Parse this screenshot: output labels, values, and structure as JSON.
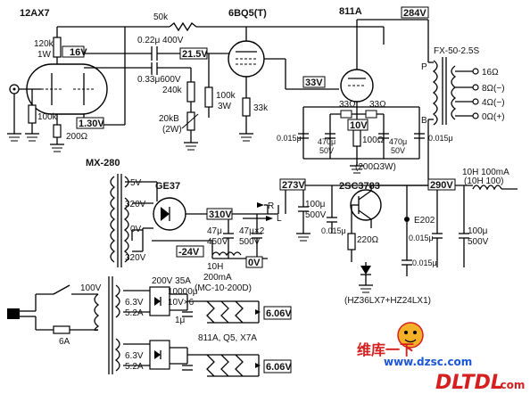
{
  "tubes": {
    "v1": "12AX7",
    "v2": "6BQ5(T)",
    "v3": "811A"
  },
  "voltages": {
    "plate_v1": "16V",
    "cath_v1": "1.30V",
    "grid_v2": "21.5V",
    "out_b": "284V",
    "v811_grid": "33V",
    "v811_cath": "10V",
    "bplus_273": "273V",
    "bplus_290": "290V",
    "bplus_310": "310V",
    "bias_neg": "-24V",
    "zero": "0V",
    "heater1": "6.06V",
    "heater2": "6.06V"
  },
  "resistors": {
    "r_fb": "50k",
    "r_120k": "120k",
    "r_1w": "1W",
    "r_100k_in": "100k",
    "r_200": "200Ω",
    "r_240k": "240k",
    "r_100k3w": "100k",
    "r_3w": "3W",
    "r_20kb": "20kB",
    "r_2w": "(2W)",
    "r_33k": "33k",
    "r_33a": "33Ω",
    "r_33b": "33Ω",
    "r_100": "100Ω",
    "r_200_3w": "(200Ω3W)",
    "r_220": "220Ω"
  },
  "capacitors": {
    "c_022": "0.22μ 400V",
    "c_033": "0.33μ600V",
    "c_0015_l": "0.015μ",
    "c_0015_r": "0.015μ",
    "c_470_val": "470μ",
    "c_470_v": "50V",
    "c_470b_val": "470μ",
    "c_470b_v": "50V",
    "c_100u_val": "100μ",
    "c_100u_v": "500V",
    "c_0015_mid": "0.015μ",
    "c_0015_r2": "0.015μ",
    "c_0015_r3": "0.015μ",
    "c_100ur_val": "100μ",
    "c_100ur_v": "500V",
    "c_47_val": "47μ",
    "c_47_v": "450V",
    "c_47x2_val": "47μ×2",
    "c_47x2_v": "500V",
    "c_1u": "1μ",
    "c_10000_val": "10000μ",
    "c_10000_v": "10V×6"
  },
  "transformers": {
    "out": "FX-50-2.5S",
    "out_p": "P",
    "out_b": "B",
    "tap_16": "16Ω",
    "tap_8": "8Ω(−)",
    "tap_4": "4Ω(−)",
    "tap_0": "0Ω(+)",
    "power": "MX-280",
    "tap_5v": "5V",
    "tap_320a": "320V",
    "tap_0v": "0V",
    "tap_320b": "320V",
    "primary": "100V",
    "h1_v": "6.3V",
    "h1_a": "5.2A",
    "h2_v": "6.3V",
    "h2_a": "5.2A"
  },
  "semis": {
    "rect": "GE37",
    "transistor": "2SC3783",
    "led": "E202",
    "zener": "(HZ36LX7+HZ24LX1)",
    "bridge": "200V 35A"
  },
  "chokes": {
    "ch1_l": "10H",
    "ch1_c": "200mA",
    "ch1_p": "(MC-10-200D)",
    "ch2_a": "10H 100mA",
    "ch2_b": "(10H 100)"
  },
  "misc": {
    "ch_r": "R",
    "ch_l": "L",
    "fuse": "6A",
    "heater_load": "811A, Q5, X7A"
  },
  "watermark": {
    "site": "www.dzsc.com",
    "cn": "维库一下",
    "logo": "DLTDL",
    "logo_dom": ".com"
  }
}
